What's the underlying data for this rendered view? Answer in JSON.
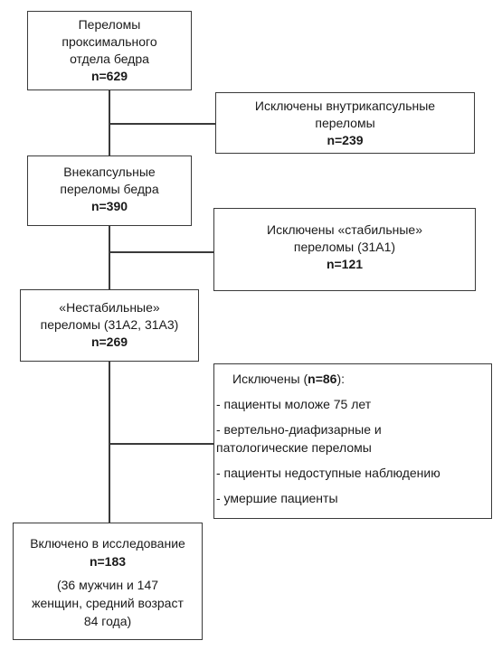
{
  "diagram": {
    "box1": {
      "lines": [
        "Переломы",
        "проксимального",
        "отдела бедра"
      ],
      "n": "n=629"
    },
    "excl1": {
      "lines": [
        "Исключены внутрикапсульные",
        "переломы"
      ],
      "n": "n=239"
    },
    "box2": {
      "lines": [
        "Внекапсульные",
        "переломы бедра"
      ],
      "n": "n=390"
    },
    "excl2": {
      "lines": [
        "Исключены «стабильные»",
        "переломы (31А1)"
      ],
      "n": "n=121"
    },
    "box3": {
      "lines": [
        "«Нестабильные»",
        "переломы (31А2, 31А3)"
      ],
      "n": "n=269"
    },
    "excl3": {
      "title_pre": "Исключены (",
      "title_n": "n=86",
      "title_post": "):",
      "items": [
        "- пациенты моложе 75 лет",
        "- вертельно-диафизарные и",
        "патологические переломы",
        "- пациенты недоступные наблюдению",
        "- умершие пациенты"
      ]
    },
    "box4": {
      "title": "Включено в исследование",
      "n": "n=183",
      "lines": [
        "(36 мужчин и 147",
        "женщин, средний возраст",
        "84 года)"
      ]
    }
  }
}
